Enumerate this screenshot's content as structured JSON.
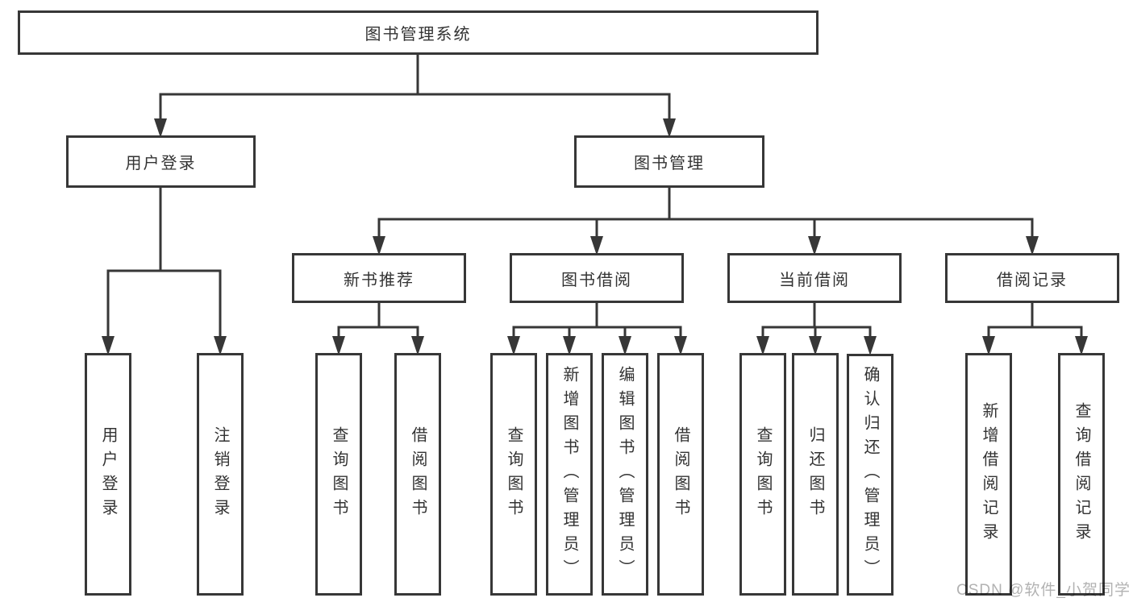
{
  "diagram_title": "图书管理系统",
  "tree": {
    "label": "图书管理系统",
    "children": [
      {
        "label": "用户登录",
        "children": [
          {
            "label": "用户登录"
          },
          {
            "label": "注销登录"
          }
        ]
      },
      {
        "label": "图书管理",
        "children": [
          {
            "label": "新书推荐",
            "children": [
              {
                "label": "查询图书"
              },
              {
                "label": "借阅图书"
              }
            ]
          },
          {
            "label": "图书借阅",
            "children": [
              {
                "label": "查询图书"
              },
              {
                "label": "新增图书（管理员）"
              },
              {
                "label": "编辑图书（管理员）"
              },
              {
                "label": "借阅图书"
              }
            ]
          },
          {
            "label": "当前借阅",
            "children": [
              {
                "label": "查询图书"
              },
              {
                "label": "归还图书"
              },
              {
                "label": "确认归还（管理员）"
              }
            ]
          },
          {
            "label": "借阅记录",
            "children": [
              {
                "label": "新增借阅记录"
              },
              {
                "label": "查询借阅记录"
              }
            ]
          }
        ]
      }
    ]
  },
  "watermark": {
    "text": "CSDN @软件_小贺同学"
  },
  "colors": {
    "line": "#373737",
    "text": "#333333",
    "background": "#ffffff",
    "watermark": "#b2b2b2"
  }
}
